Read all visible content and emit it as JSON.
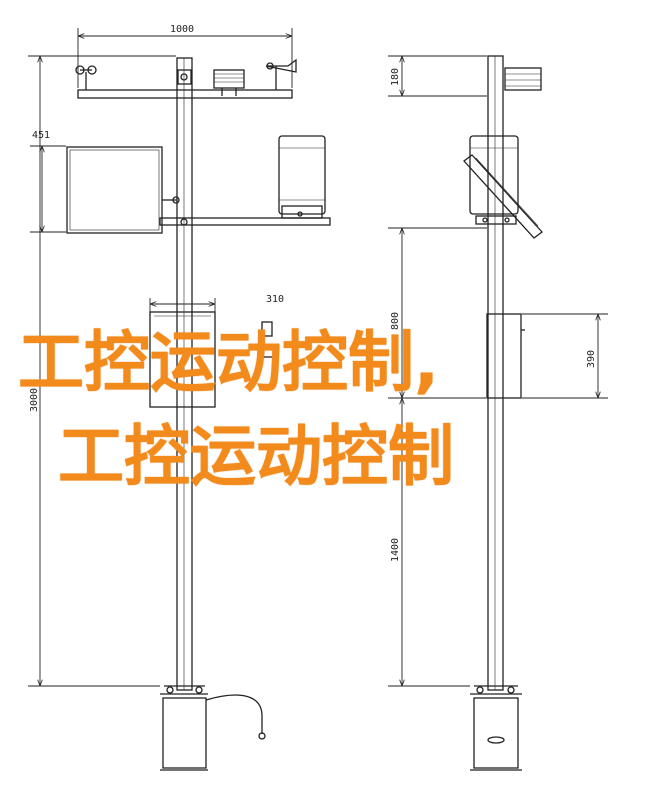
{
  "dimensions": {
    "front_width": "1000",
    "front_panel_height": "451",
    "front_box_width": "310",
    "front_total_height": "3000",
    "side_top": "180",
    "side_upper": "800",
    "side_box": "390",
    "side_lower": "1400"
  },
  "overlay": {
    "line1": "工控运动控制,",
    "line2": "工控运动控制"
  },
  "colors": {
    "line": "#222222",
    "overlay_text": "#f28a1c"
  }
}
